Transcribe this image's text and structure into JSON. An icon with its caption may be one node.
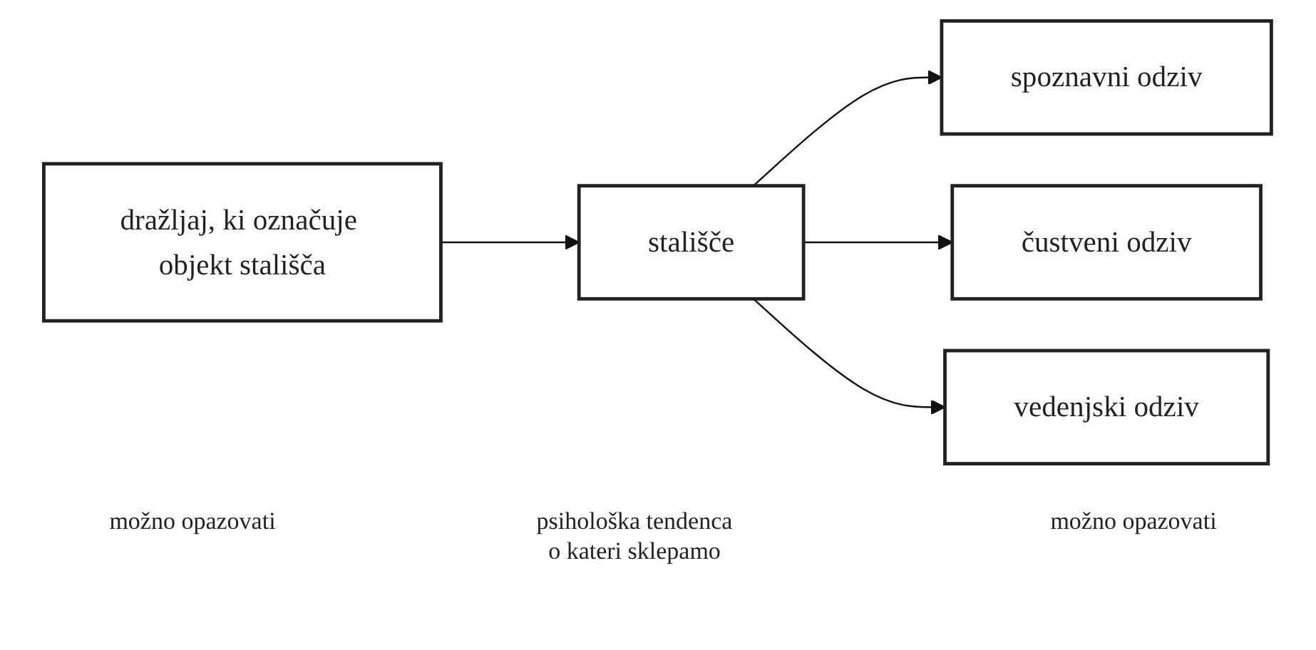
{
  "diagram": {
    "nodes": [
      {
        "text": [
          "dražljaj, ki označuje objekt stališča"
        ]
      },
      {
        "text": [
          "stališče"
        ]
      },
      {
        "text": [
          "spoznavni odziv"
        ]
      },
      {
        "text": [
          "čustveni odziv"
        ]
      },
      {
        "text": [
          "vedenjski odziv"
        ]
      }
    ],
    "edges": [
      {
        "from": 0,
        "to": 1,
        "arrow": "to"
      },
      {
        "from": 1,
        "to": 2,
        "arrow": "to"
      },
      {
        "from": 1,
        "to": 3,
        "arrow": "to"
      },
      {
        "from": 1,
        "to": 4,
        "arrow": "to"
      }
    ],
    "labels": [
      "možno opazovati",
      "psihološka tendenca o kateri sklepamo",
      "možno opazovati"
    ]
  }
}
